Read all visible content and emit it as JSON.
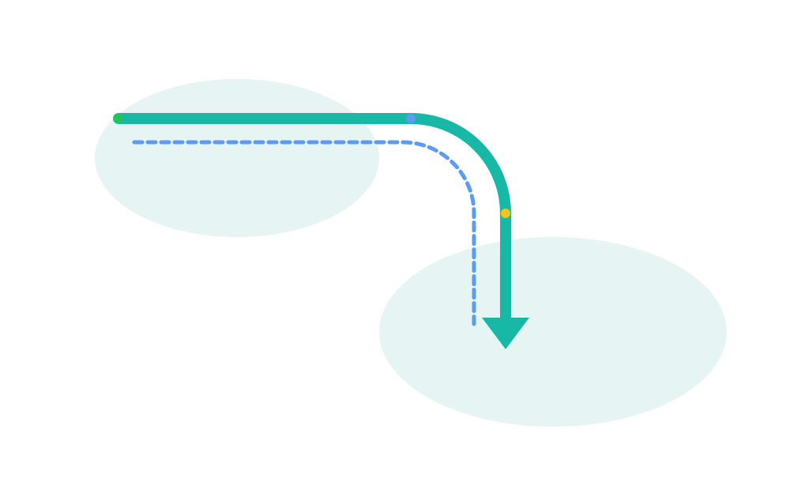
{
  "colors": {
    "background": "#ffffff",
    "region_fill": "#e6f4f4",
    "main_path": "#17b8a6",
    "alt_path": "#5b9cf2",
    "start_marker": "#22c35d",
    "waypoint_marker": "#5b9cf2",
    "turn_marker": "#f5c518"
  },
  "regions": [
    {
      "id": "source-region",
      "kind": "ellipse"
    },
    {
      "id": "destination-region",
      "kind": "ellipse"
    }
  ],
  "paths": [
    {
      "id": "main-route",
      "style": "solid",
      "ends_with": "arrowhead"
    },
    {
      "id": "alternate-route",
      "style": "dashed",
      "ends_with": "none"
    }
  ],
  "markers": [
    {
      "id": "start-marker",
      "color_key": "start_marker"
    },
    {
      "id": "waypoint-marker",
      "color_key": "waypoint_marker"
    },
    {
      "id": "turn-marker",
      "color_key": "turn_marker"
    }
  ]
}
